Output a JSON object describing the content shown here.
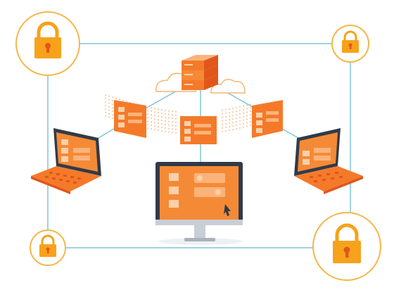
{
  "palette": {
    "line_blue": "#7fc6d6",
    "lock_ring": "#f5b64a",
    "lock_body": "#f7a21b",
    "lock_shackle": "#f7a21b",
    "orange_main": "#f47a2a",
    "orange_dark": "#e2561b",
    "orange_light": "#fbb37a",
    "screen_bg": "#f58a36",
    "device_dark": "#2f3b4a",
    "device_gray": "#c8ced6",
    "cloud_stroke": "#f4b770",
    "dot_orange": "#f7b07a"
  },
  "locks": [
    {
      "name": "lock-top-left",
      "icon": "padlock-icon"
    },
    {
      "name": "lock-top-right",
      "icon": "padlock-icon"
    },
    {
      "name": "lock-bottom-left",
      "icon": "padlock-icon"
    },
    {
      "name": "lock-bottom-right",
      "icon": "padlock-icon"
    }
  ],
  "devices": [
    {
      "name": "laptop-left",
      "icon": "laptop-icon"
    },
    {
      "name": "desktop-monitor",
      "icon": "monitor-icon"
    },
    {
      "name": "laptop-right",
      "icon": "laptop-icon"
    }
  ],
  "server": {
    "icon": "server-icon"
  },
  "panels": [
    {
      "name": "file-panel-left",
      "icon": "folder-panel-icon"
    },
    {
      "name": "file-panel-center",
      "icon": "folder-panel-icon"
    },
    {
      "name": "file-panel-right",
      "icon": "folder-panel-icon"
    }
  ]
}
